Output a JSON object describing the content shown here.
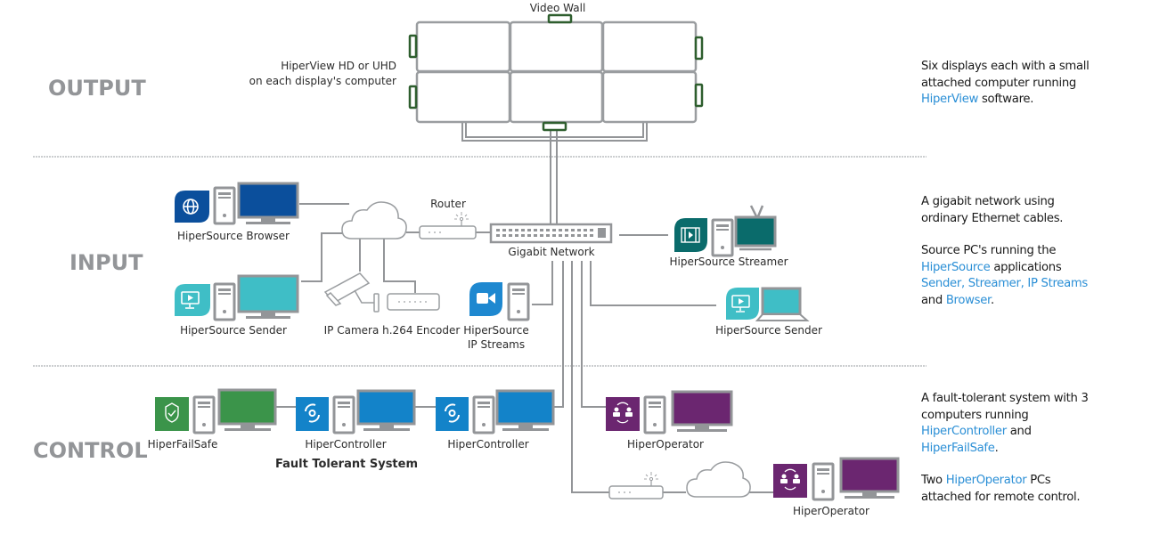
{
  "sections": {
    "output": "OUTPUT",
    "input": "INPUT",
    "control": "CONTROL"
  },
  "output": {
    "video_wall_label": "Video Wall",
    "hiperview_note_line1": "HiperView HD or UHD",
    "hiperview_note_line2": "on each display's computer"
  },
  "input": {
    "router_label": "Router",
    "gigabit_label": "Gigabit Network",
    "nodes": {
      "browser": "HiperSource Browser",
      "sender_left": "HiperSource Sender",
      "camera_encoder": "IP Camera h.264 Encoder",
      "ip_streams_line1": "HiperSource",
      "ip_streams_line2": "IP Streams",
      "streamer": "HiperSource Streamer",
      "sender_right": "HiperSource Sender"
    }
  },
  "control": {
    "nodes": {
      "failsafe": "HiperFailSafe",
      "controller1": "HiperController",
      "controller2": "HiperController",
      "operator1": "HiperOperator",
      "operator2": "HiperOperator"
    },
    "fault_tolerant_label": "Fault Tolerant System"
  },
  "descriptions": {
    "output": {
      "text1": "Six displays each with a small attached computer running ",
      "link1": "HiperView",
      "text2": " software."
    },
    "network": {
      "text1": "A gigabit network using ordinary Ethernet cables."
    },
    "sources": {
      "text1": "Source PC's running the ",
      "link1": "HiperSource",
      "text2": " applications ",
      "link2": "Sender, Streamer, IP Streams",
      "text3": " and ",
      "link3": "Browser",
      "text4": "."
    },
    "control": {
      "text1": "A fault-tolerant system with 3 computers running ",
      "link1": "HiperController",
      "text2": " and ",
      "link2": "HiperFailSafe",
      "text3": "."
    },
    "operators": {
      "text1": "Two ",
      "link1": "HiperOperator",
      "text2": " PCs attached for remote control."
    }
  },
  "colors": {
    "line_gray": "#939598",
    "wall_green": "#2e5e2e",
    "browser_blue": "#0b4f9c",
    "sender_teal": "#3fbec6",
    "streamer_teal": "#0a6b6b",
    "ipstreams_blue": "#1e88d0",
    "failsafe_green": "#3b944a",
    "controller_blue": "#1383c9",
    "operator_purple": "#6b2670",
    "link_blue": "#2b8fd6"
  }
}
